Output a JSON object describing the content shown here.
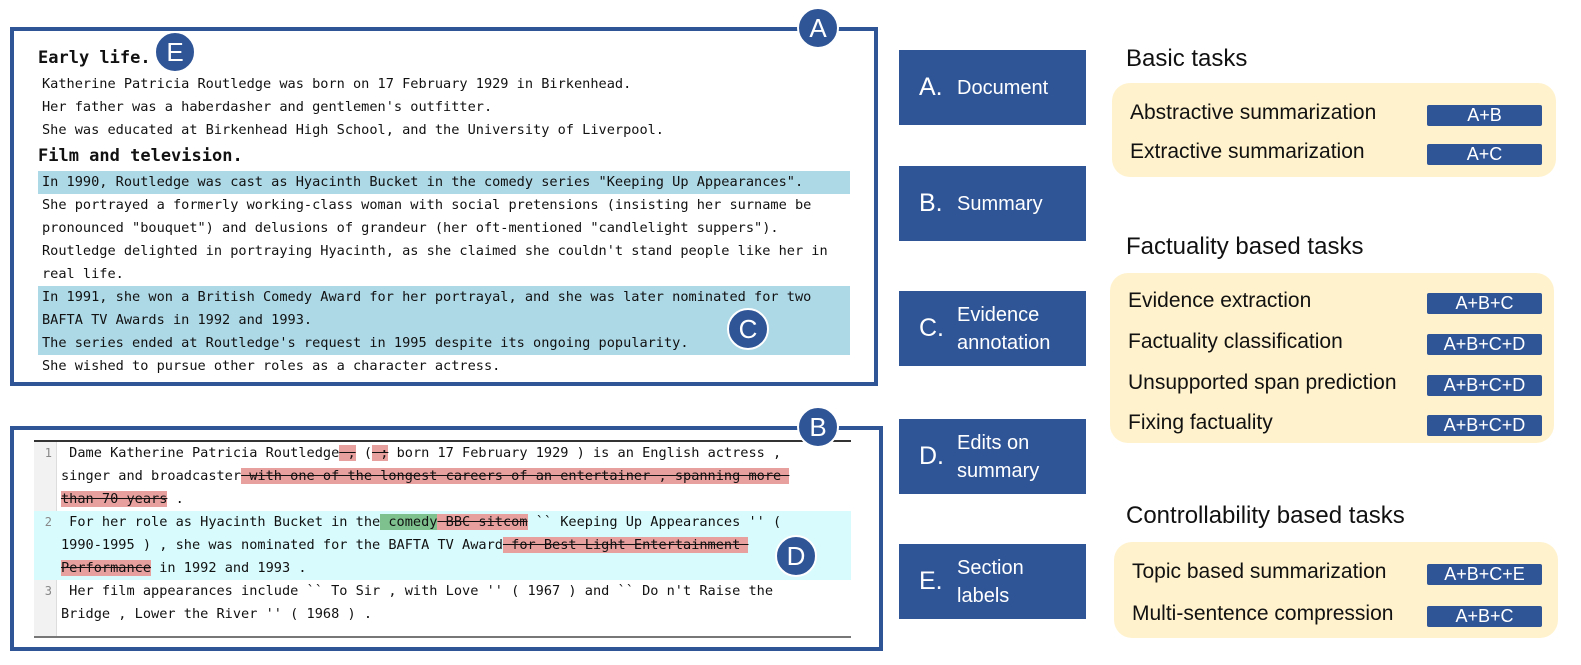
{
  "panel_a": {
    "badge": "A",
    "section_badge": "E",
    "evidence_badge": "C",
    "heading_1": "Early life.",
    "early_life_lines": [
      "Katherine Patricia Routledge was born on 17 February 1929 in Birkenhead.",
      "Her father was a haberdasher and gentlemen's outfitter.",
      "She was educated at Birkenhead High School, and the University of Liverpool."
    ],
    "heading_2": "Film and television.",
    "film_lines": [
      {
        "text": "In 1990, Routledge was cast as Hyacinth Bucket in the comedy series \"Keeping Up Appearances\".",
        "evidence": true
      },
      {
        "text": "She portrayed a formerly working-class woman with social pretensions (insisting her surname be",
        "evidence": false
      },
      {
        "text": "pronounced \"bouquet\") and delusions of grandeur (her oft-mentioned \"candlelight suppers\").",
        "evidence": false
      },
      {
        "text": "Routledge delighted in portraying Hyacinth, as she claimed she couldn't stand people like her in",
        "evidence": false
      },
      {
        "text": "real life.",
        "evidence": false
      },
      {
        "text": "In 1991, she won a British Comedy Award for her portrayal, and she was later nominated for two",
        "evidence": true
      },
      {
        "text": "BAFTA TV Awards in 1992 and 1993.",
        "evidence": true
      },
      {
        "text": "The series ended at Routledge's request in 1995 despite its ongoing popularity.",
        "evidence": true
      },
      {
        "text": "She wished to pursue other roles as a character actress.",
        "evidence": false
      }
    ]
  },
  "panel_b": {
    "badge": "B",
    "edit_badge": "D",
    "line_numbers": [
      "1",
      "2",
      "3"
    ],
    "s1": {
      "l1_a": " Dame Katherine Patricia Routledge",
      "l1_del1": " ,",
      "l1_b": " (",
      "l1_del2": " ;",
      "l1_c": " born 17 February 1929 ) is an English actress ,",
      "l2_a": "singer and broadcaster",
      "l2_del": " with one of the longest careers of an entertainer , spanning more ",
      "l3_del": "than 70 years",
      "l3_a": " ."
    },
    "s2": {
      "l1_a": " For her role as Hyacinth Bucket in the",
      "l1_ins": " comedy",
      "l1_del": " BBC sitcom",
      "l1_b": " `` Keeping Up Appearances '' (",
      "l2_a": "1990-1995 ) , she was nominated for the BAFTA TV Award",
      "l2_del": " for Best Light Entertainment ",
      "l3_del": "Performance",
      "l3_a": " in 1992 and 1993 ."
    },
    "s3": {
      "l1": " Her film appearances include `` To Sir , with Love '' ( 1967 ) and `` Do n't Raise the",
      "l2": "Bridge , Lower the River '' ( 1968 ) ."
    }
  },
  "legend": [
    {
      "letter": "A.",
      "label": "Document"
    },
    {
      "letter": "B.",
      "label": "Summary"
    },
    {
      "letter": "C.",
      "label": "Evidence annotation"
    },
    {
      "letter": "D.",
      "label": "Edits on summary"
    },
    {
      "letter": "E.",
      "label": "Section labels"
    }
  ],
  "task_groups": [
    {
      "title": "Basic tasks",
      "tasks": [
        {
          "name": "Abstractive summarization",
          "inputs": "A+B"
        },
        {
          "name": "Extractive summarization",
          "inputs": "A+C"
        }
      ]
    },
    {
      "title": "Factuality based tasks",
      "tasks": [
        {
          "name": "Evidence extraction",
          "inputs": "A+B+C"
        },
        {
          "name": "Factuality classification",
          "inputs": "A+B+C+D"
        },
        {
          "name": "Unsupported span prediction",
          "inputs": "A+B+C+D"
        },
        {
          "name": "Fixing factuality",
          "inputs": "A+B+C+D"
        }
      ]
    },
    {
      "title": "Controllability based tasks",
      "tasks": [
        {
          "name": "Topic based summarization",
          "inputs": "A+B+C+E"
        },
        {
          "name": "Multi-sentence compression",
          "inputs": "A+B+C"
        }
      ]
    }
  ],
  "colors": {
    "brand_blue": "#2f5597",
    "evidence_highlight": "#add8e6",
    "deletion": "#e8a09f",
    "insertion": "#7ec18e",
    "edited_row": "#d8fbfd",
    "task_box": "#fff2cc"
  }
}
